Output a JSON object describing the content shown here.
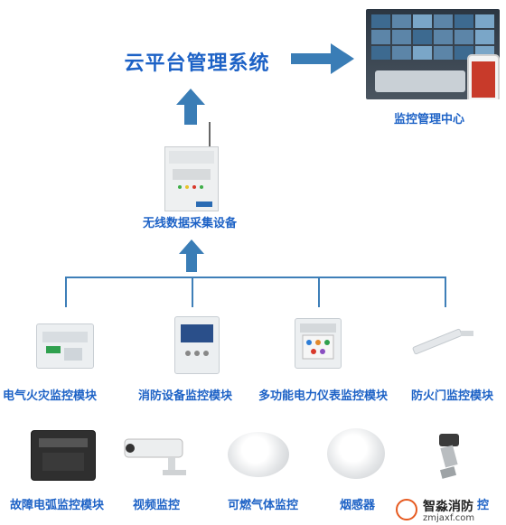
{
  "top": {
    "system_title": "云平台管理系统",
    "center_label": "监控管理中心",
    "device_label": "无线数据采集设备"
  },
  "modules_row1": [
    {
      "label": "电气火灾监控模块",
      "icon": "electrical-fire-module-icon"
    },
    {
      "label": "消防设备监控模块",
      "icon": "fire-equipment-module-icon"
    },
    {
      "label": "多功能电力仪表监控模块",
      "icon": "power-meter-module-icon"
    },
    {
      "label": "防火门监控模块",
      "icon": "fire-door-module-icon"
    }
  ],
  "modules_row2": [
    {
      "label": "故障电弧监控模块",
      "icon": "arc-fault-module-icon"
    },
    {
      "label": "视频监控",
      "icon": "camera-icon"
    },
    {
      "label": "可燃气体监控",
      "icon": "gas-detector-icon"
    },
    {
      "label": "烟感器",
      "icon": "smoke-detector-icon"
    },
    {
      "label": "控",
      "icon": "pressure-sensor-icon"
    }
  ],
  "watermark": {
    "name": "智淼消防",
    "url": "zmjaxf.com"
  },
  "colors": {
    "accent": "#1d62c6",
    "arrow": "#3a7db6",
    "bus": "#3e7fb8"
  }
}
